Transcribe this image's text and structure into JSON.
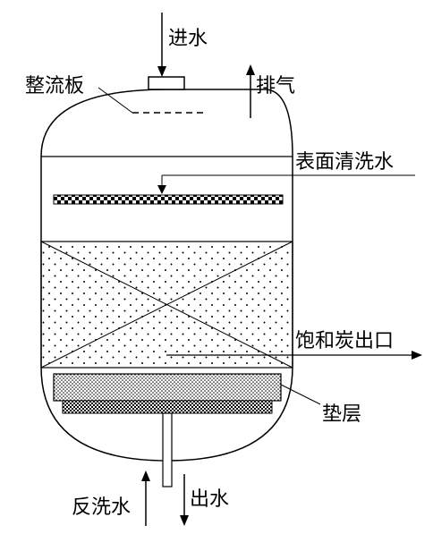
{
  "labels": {
    "water_in": "进水",
    "flow_plate": "整流板",
    "exhaust": "排气",
    "surface_wash": "表面清洗水",
    "saturated_carbon_out": "饱和炭出口",
    "cushion_layer": "垫层",
    "backwash": "反洗水",
    "water_out": "出水"
  },
  "colors": {
    "line": "#000000",
    "background": "#ffffff"
  }
}
